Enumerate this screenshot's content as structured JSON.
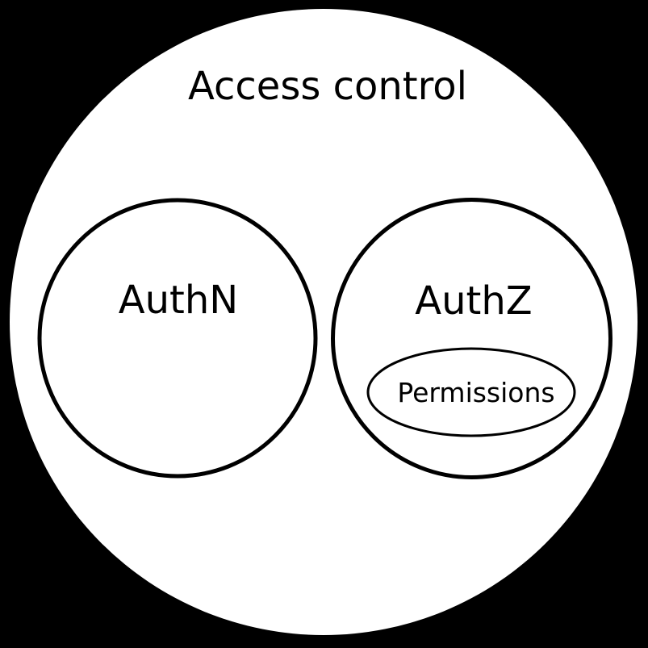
{
  "diagram": {
    "type": "venn-euler",
    "background_color": "#000000",
    "outer_set": {
      "label": "Access control",
      "fill_color": "#ffffff",
      "stroke_color": "#000000"
    },
    "inner_sets": {
      "authn": {
        "label": "AuthN"
      },
      "authz": {
        "label": "AuthZ"
      },
      "permissions": {
        "label": "Permissions"
      }
    }
  }
}
